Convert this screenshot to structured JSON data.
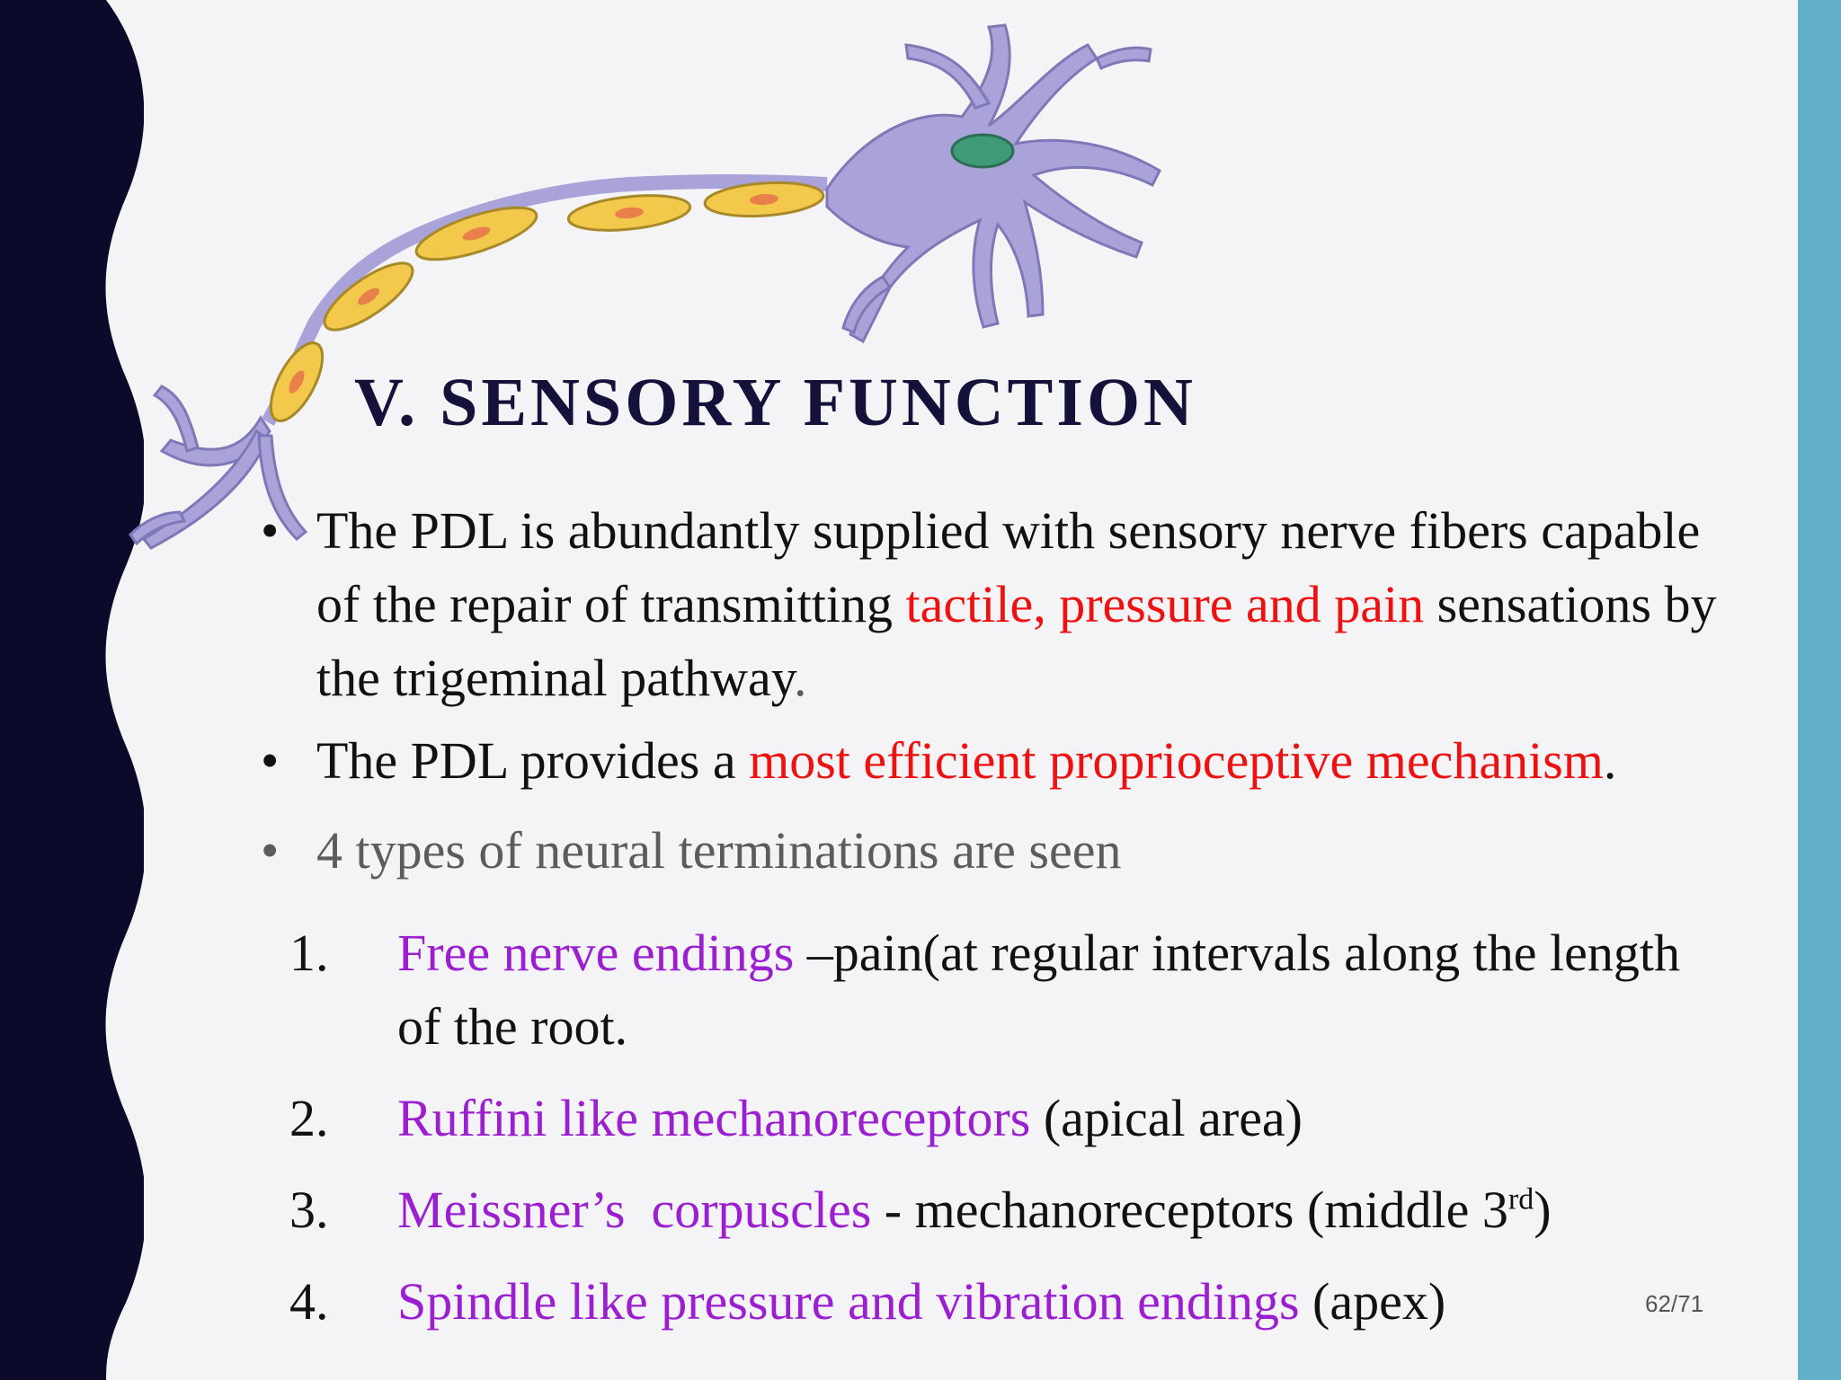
{
  "slide": {
    "title": "V. SENSORY FUNCTION",
    "page_number": "62/71"
  },
  "bullets": [
    {
      "parts": [
        {
          "text": "The PDL is abundantly supplied with sensory nerve fibers capable of the repair of transmitting "
        },
        {
          "text": "tactile, pressure and pain"
        },
        {
          "text": " sensations by the trigeminal pathway"
        },
        {
          "text": "."
        }
      ]
    },
    {
      "parts": [
        {
          "text": "The PDL provides a "
        },
        {
          "text": "most efficient proprioceptive mechanism"
        },
        {
          "text": "."
        }
      ]
    },
    {
      "parts": [
        {
          "text": "4 types of neural terminations are seen"
        }
      ]
    }
  ],
  "items": [
    {
      "number": "1.",
      "term": "Free nerve endings",
      "desc": " –pain(at regular intervals along the length of the root."
    },
    {
      "number": "2.",
      "term": "Ruffini like mechanoreceptors",
      "desc": " (apical area)"
    },
    {
      "number": "3.",
      "term": "Meissner’s  corpuscles",
      "desc": " - mechanoreceptors (middle 3",
      "sup": "rd",
      "after": ")"
    },
    {
      "number": "4.",
      "term": "Spindle like pressure and vibration endings",
      "desc": " (apex)"
    }
  ],
  "theme": {
    "left_band": "#0b0a2a",
    "right_band": "#62b1c8",
    "title_color": "#14123a",
    "highlight_red": "#ee1111",
    "highlight_purple": "#9b1fd1",
    "neuron_fill": "#aaa3d9",
    "myelin_fill": "#f3c94c",
    "nucleus_fill": "#3f9a78"
  },
  "icons": [
    "neuron-illustration"
  ]
}
